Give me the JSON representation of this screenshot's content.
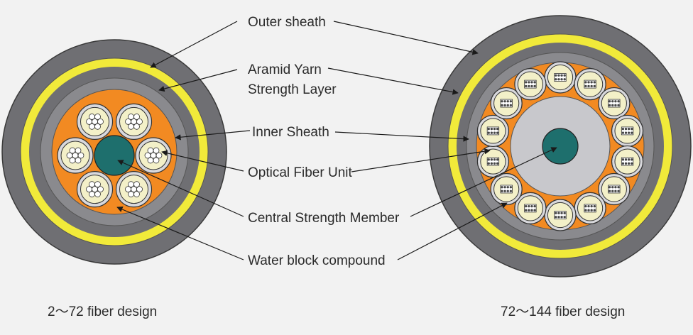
{
  "labels": {
    "outer_sheath": "Outer sheath",
    "aramid_line1": "Aramid Yarn",
    "aramid_line2": "Strength Layer",
    "inner_sheath": "Inner Sheath",
    "optical_fiber_unit": "Optical Fiber Unit",
    "central_strength_member": "Central Strength Member",
    "water_block": "Water block compound"
  },
  "captions": {
    "left": "2～72 fiber design",
    "right": "72～144 fiber design"
  },
  "colors": {
    "background": "#f2f2f2",
    "outer_sheath": "#6f6f73",
    "aramid_yarn": "#f1ea3a",
    "inner_sheath": "#8a8a8e",
    "water_block": "#f28a22",
    "fiber_unit_fill": "#f3f0c8",
    "central_member": "#1e6f6d",
    "buffer_tube": "#c8c8cc"
  },
  "designs": [
    {
      "name": "left",
      "fiber_units": 6
    },
    {
      "name": "right",
      "fiber_units": 14
    }
  ]
}
